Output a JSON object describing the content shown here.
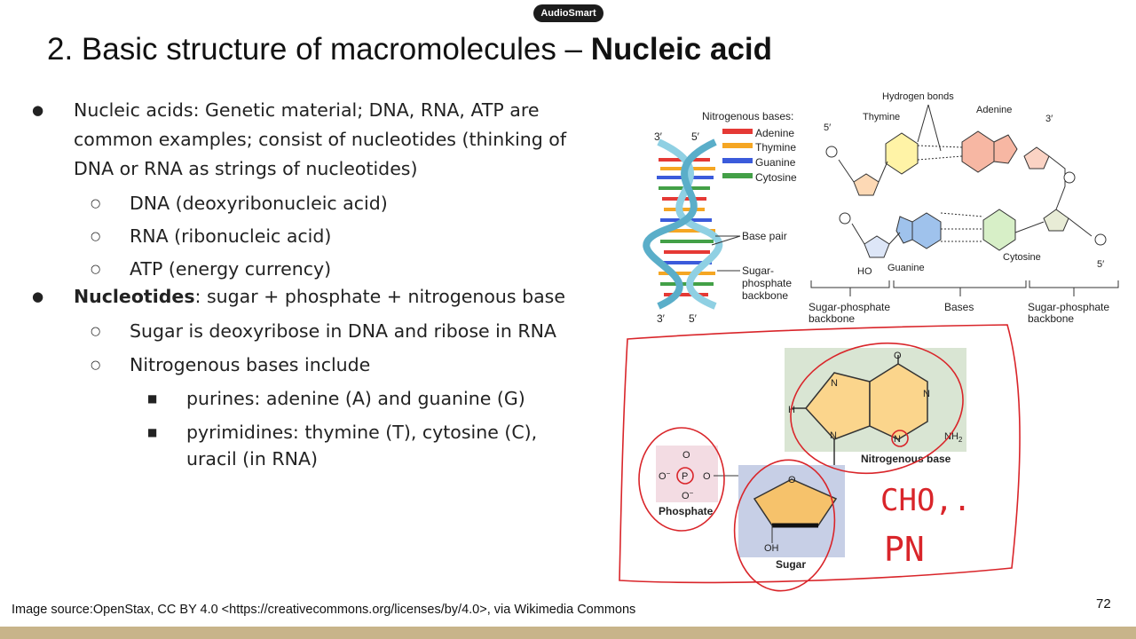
{
  "badge": "AudioSmart",
  "slide": {
    "title_plain": "2. Basic structure of macromolecules – ",
    "title_bold": "Nucleic acid",
    "page_number": "72",
    "source": "Image source:OpenStax, CC BY 4.0 <https://creativecommons.org/licenses/by/4.0>, via Wikimedia Commons"
  },
  "bullets": {
    "b1_line1": "Nucleic acids: Genetic material; DNA, RNA, ATP are",
    "b1_line2": "common examples; consist of nucleotides (thinking of",
    "b1_line3": "DNA or RNA as strings of nucleotides)",
    "b1_sub1": "DNA (deoxyribonucleic acid)",
    "b1_sub2": "RNA (ribonucleic acid)",
    "b1_sub3": "ATP (energy currency)",
    "b2_bold": "Nucleotides",
    "b2_rest": ": sugar + phosphate + nitrogenous base",
    "b2_sub1": "Sugar is deoxyribose in DNA and ribose in RNA",
    "b2_sub2": "Nitrogenous bases include",
    "b2_subsub1": "purines: adenine (A) and guanine (G)",
    "b2_subsub2_line1": "pyrimidines: thymine (T), cytosine (C),",
    "b2_subsub2_line2": "uracil (in RNA)"
  },
  "figure": {
    "legend_title": "Nitrogenous bases:",
    "legend": [
      {
        "name": "Adenine",
        "color": "#e53935"
      },
      {
        "name": "Thymine",
        "color": "#f5a623"
      },
      {
        "name": "Guanine",
        "color": "#3b5bdb"
      },
      {
        "name": "Cytosine",
        "color": "#43a047"
      }
    ],
    "end_3_top": "3′",
    "end_5_top": "5′",
    "end_3_bottom": "3′",
    "end_5_bottom": "5′",
    "base_pair": "Base pair",
    "backbone_l1": "Sugar-",
    "backbone_l2": "phosphate",
    "backbone_l3": "backbone",
    "hydrogen_bonds": "Hydrogen bonds",
    "thymine": "Thymine",
    "adenine": "Adenine",
    "guanine": "Guanine",
    "cytosine": "Cytosine",
    "five_prime": "5′",
    "three_prime": "3′",
    "bracket_left_l1": "Sugar-phosphate",
    "bracket_left_l2": "backbone",
    "bracket_mid": "Bases",
    "bracket_right_l1": "Sugar-phosphate",
    "bracket_right_l2": "backbone",
    "nitrogenous_base": "Nitrogenous base",
    "phosphate": "Phosphate",
    "sugar": "Sugar",
    "handwriting_1": "CHO,.",
    "handwriting_2": "PN"
  }
}
